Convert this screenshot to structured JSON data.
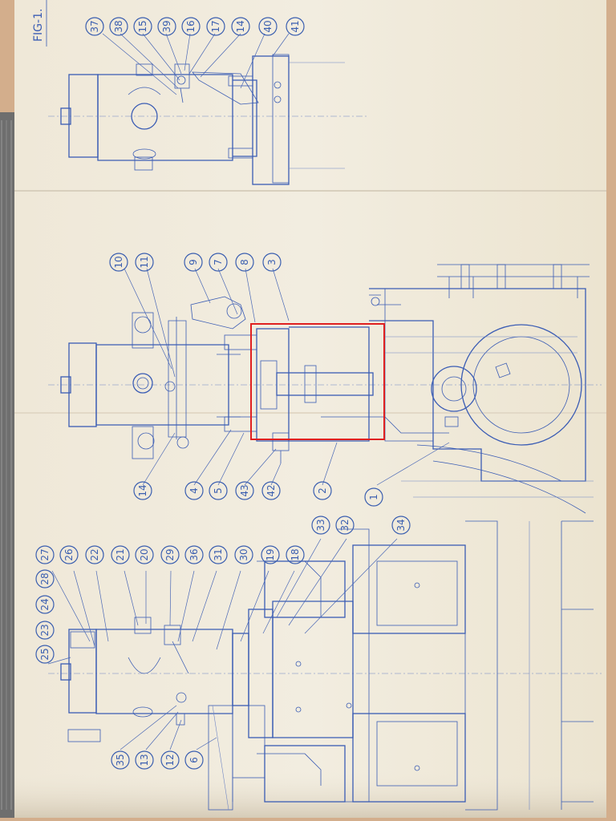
{
  "figure_label": "FIG-1.",
  "highlight_color": "#e02020",
  "ink_color": "#3a5cb4",
  "top_view": {
    "callouts": [
      "37",
      "38",
      "15",
      "39",
      "16",
      "17",
      "14",
      "40",
      "41"
    ]
  },
  "middle_view": {
    "callouts": [
      "10",
      "11",
      "9",
      "7",
      "8",
      "3",
      "14",
      "4",
      "5",
      "43",
      "42",
      "2",
      "1"
    ]
  },
  "bottom_view": {
    "callouts": [
      "27",
      "26",
      "22",
      "21",
      "20",
      "29",
      "36",
      "31",
      "30",
      "19",
      "18",
      "33",
      "32",
      "34",
      "28",
      "24",
      "23",
      "25",
      "35",
      "13",
      "12",
      "6"
    ]
  }
}
